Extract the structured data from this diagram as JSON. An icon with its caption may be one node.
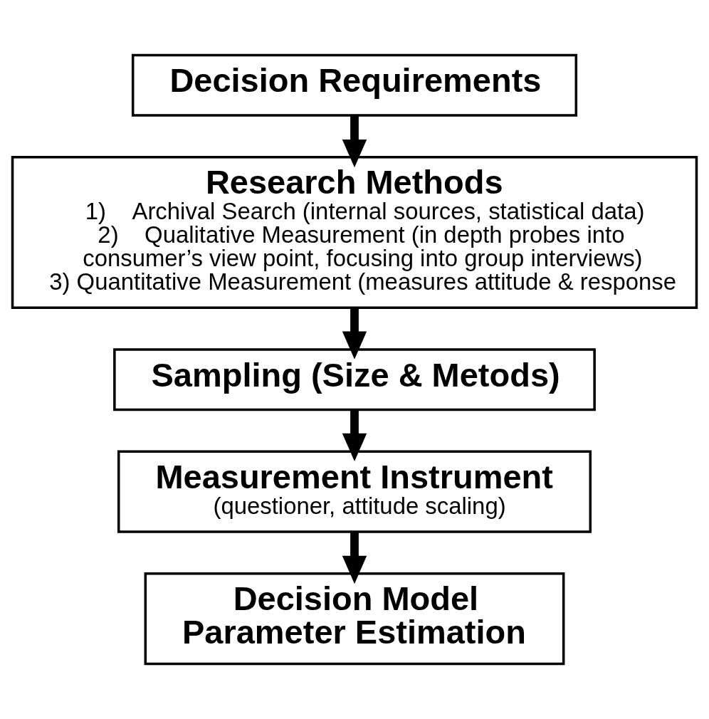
{
  "diagram": {
    "nodes": [
      {
        "text": [
          "Decision Requirements"
        ]
      },
      {
        "text": [
          "Research Methods",
          "1)    Archival Search (internal sources, statistical data)",
          "2)    Qualitative Measurement (in depth probes into consumer’s view point, focusing into group interviews)",
          "3) Quantitative Measurement (measures attitude & response"
        ]
      },
      {
        "text": [
          "Sampling (Size & Metods)"
        ]
      },
      {
        "text": [
          "Measurement Instrument",
          "(questioner, attitude scaling)"
        ]
      },
      {
        "text": [
          "Decision Model Parameter Estimation"
        ]
      }
    ],
    "edges": [
      {
        "from": 0,
        "to": 1,
        "arrow": "to"
      },
      {
        "from": 1,
        "to": 2,
        "arrow": "to"
      },
      {
        "from": 2,
        "to": 3,
        "arrow": "to"
      },
      {
        "from": 3,
        "to": 4,
        "arrow": "to"
      }
    ]
  }
}
